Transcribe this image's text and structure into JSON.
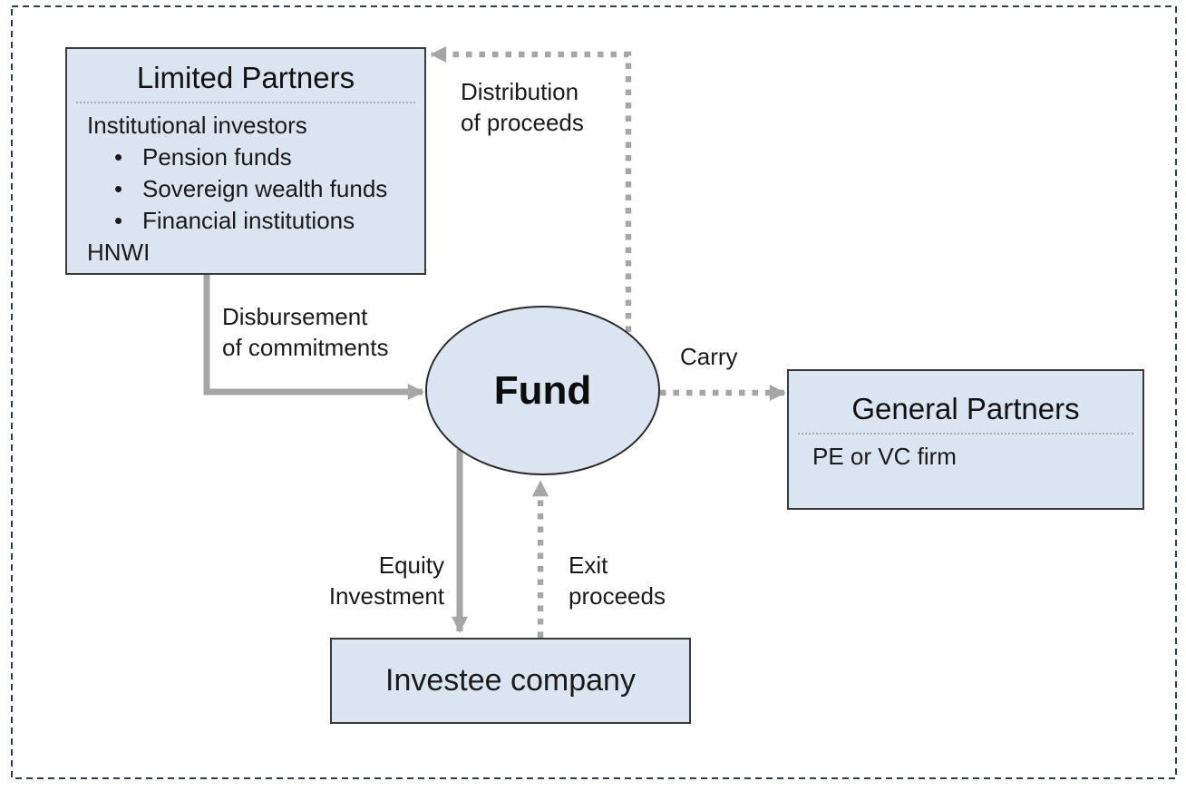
{
  "colors": {
    "node_fill": "#dbe5f1",
    "node_border": "#3a3a3a",
    "arrow_gray": "#a6a6a6",
    "outer_border": "#2c3e50",
    "text": "#1a1a1a"
  },
  "nodes": {
    "limited_partners": {
      "title": "Limited Partners",
      "intro": "Institutional investors",
      "bullet_char": "•",
      "bullets": [
        "Pension funds",
        "Sovereign wealth funds",
        "Financial institutions"
      ],
      "footer": "HNWI"
    },
    "fund": {
      "title": "Fund"
    },
    "general_partners": {
      "title": "General Partners",
      "body": "PE or VC firm"
    },
    "investee_company": {
      "title": "Investee company"
    }
  },
  "edges": {
    "distribution": {
      "lines": [
        "Distribution",
        "of proceeds"
      ],
      "style": "dotted",
      "from": "fund",
      "to": "limited_partners"
    },
    "disbursement": {
      "lines": [
        "Disbursement",
        "of commitments"
      ],
      "style": "solid",
      "from": "limited_partners",
      "to": "fund"
    },
    "carry": {
      "lines": [
        "Carry"
      ],
      "style": "dotted",
      "from": "fund",
      "to": "general_partners"
    },
    "equity": {
      "lines": [
        "Equity",
        "Investment"
      ],
      "style": "solid",
      "from": "fund",
      "to": "investee_company"
    },
    "exit": {
      "lines": [
        "Exit",
        "proceeds"
      ],
      "style": "dotted",
      "from": "investee_company",
      "to": "fund"
    }
  }
}
